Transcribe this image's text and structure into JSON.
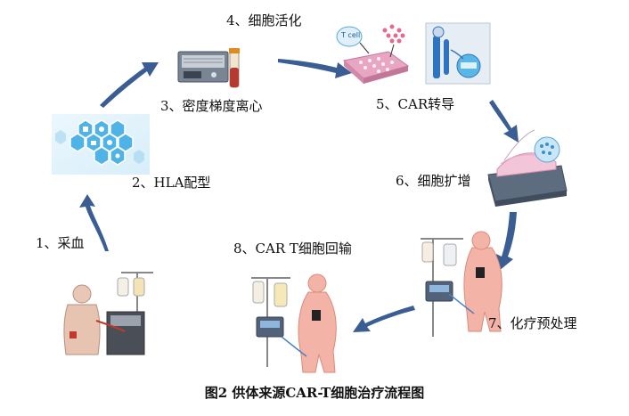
{
  "steps": [
    {
      "label": "1、采血"
    },
    {
      "label": "2、HLA配型"
    },
    {
      "label": "3、密度梯度离心"
    },
    {
      "label": "4、细胞活化"
    },
    {
      "label": "5、CAR转导"
    },
    {
      "label": "6、细胞扩增"
    },
    {
      "label": "7、化疗预处理"
    },
    {
      "label": "8、CAR T细胞回输"
    }
  ],
  "tcell_tag": "T cell",
  "caption": "图2 供体来源CAR-T细胞治疗流程图",
  "colors": {
    "arrow": "#3a5d93",
    "skin": "#f4b3a7",
    "skin_stroke": "#d98a7a",
    "hex_blue": "#4fb3e8",
    "machine": "#5c6e86"
  }
}
